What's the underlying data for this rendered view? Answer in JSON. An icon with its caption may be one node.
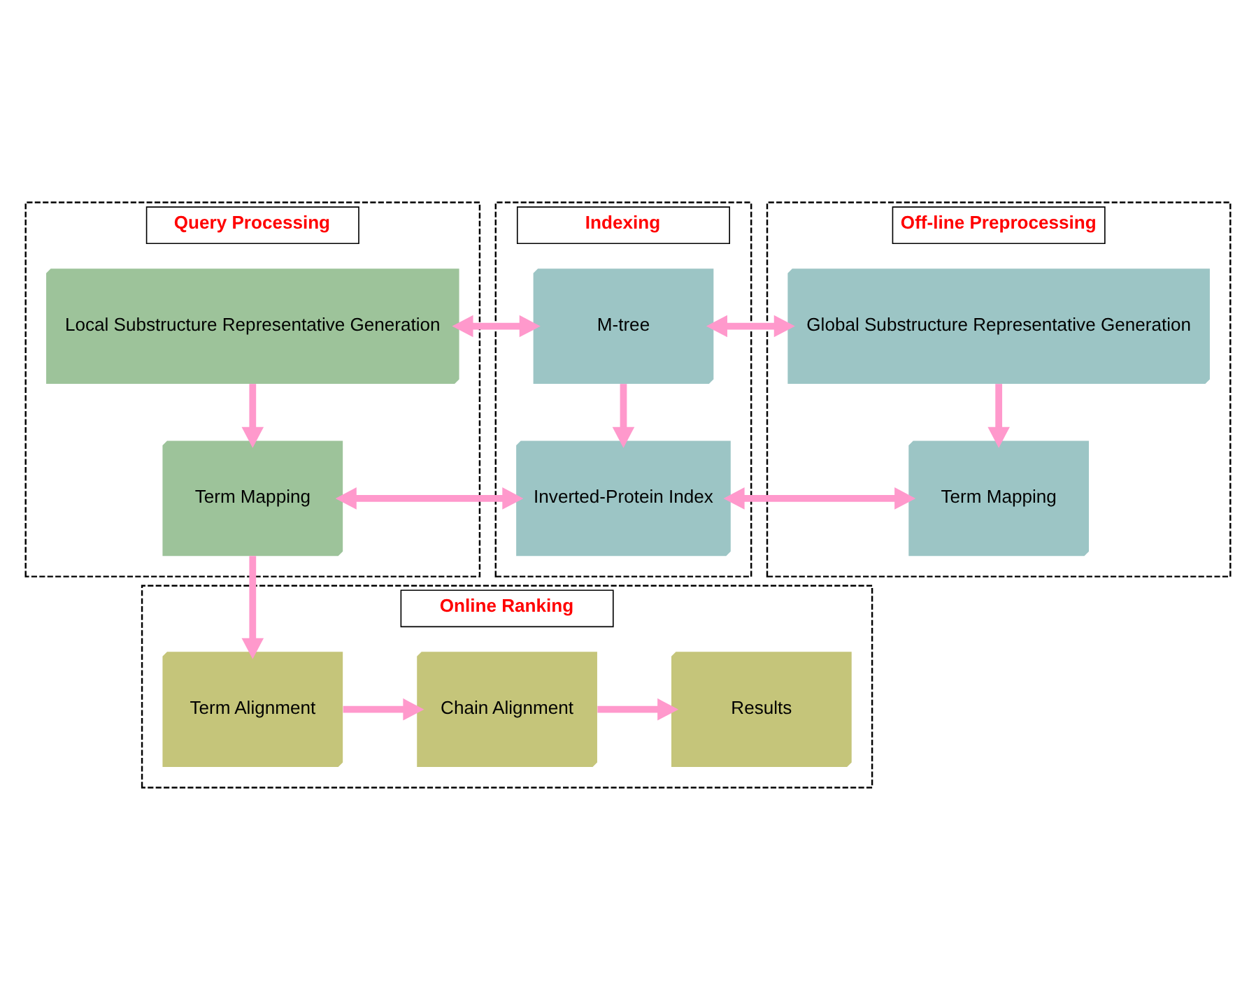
{
  "diagram": {
    "nodes": [
      {
        "text": [
          "Query Processing"
        ]
      },
      {
        "text": [
          "Local Substructure Representative Generation"
        ],
        "in": 0
      },
      {
        "text": [
          "Term Mapping"
        ],
        "in": 0
      },
      {
        "text": [
          "Indexing"
        ]
      },
      {
        "text": [
          "M-tree"
        ],
        "in": 3
      },
      {
        "text": [
          "Inverted-Protein Index"
        ],
        "in": 3
      },
      {
        "text": [
          "Off-line Preprocessing"
        ]
      },
      {
        "text": [
          "Global Substructure Representative Generation"
        ],
        "in": 6
      },
      {
        "text": [
          "Term Mapping"
        ],
        "in": 6
      },
      {
        "text": [
          "Online Ranking"
        ]
      },
      {
        "text": [
          "Term Alignment"
        ],
        "in": 9
      },
      {
        "text": [
          "Chain Alignment"
        ],
        "in": 9
      },
      {
        "text": [
          "Results"
        ],
        "in": 9
      }
    ],
    "edges": [
      {
        "from": 1,
        "to": 4,
        "arrow": "both"
      },
      {
        "from": 4,
        "to": 7,
        "arrow": "both"
      },
      {
        "from": 1,
        "to": 2,
        "arrow": "to"
      },
      {
        "from": 4,
        "to": 5,
        "arrow": "to"
      },
      {
        "from": 7,
        "to": 8,
        "arrow": "to"
      },
      {
        "from": 2,
        "to": 5,
        "arrow": "both"
      },
      {
        "from": 5,
        "to": 8,
        "arrow": "both"
      },
      {
        "from": 2,
        "to": 10,
        "arrow": "to"
      },
      {
        "from": 10,
        "to": 11,
        "arrow": "to"
      },
      {
        "from": 11,
        "to": 12,
        "arrow": "to"
      }
    ]
  }
}
